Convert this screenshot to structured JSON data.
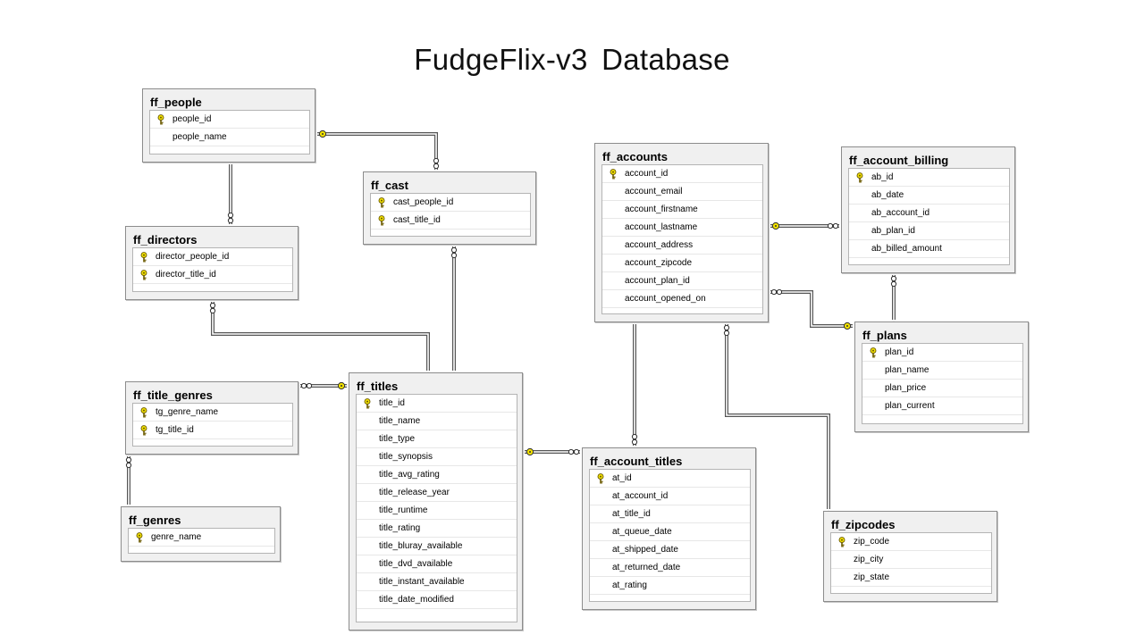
{
  "title": "FudgeFlix-v3  Database",
  "key_icon_color": "#f0e000",
  "tables": {
    "ff_people": {
      "name": "ff_people",
      "columns": [
        {
          "name": "people_id",
          "pk": true
        },
        {
          "name": "people_name",
          "pk": false
        }
      ]
    },
    "ff_cast": {
      "name": "ff_cast",
      "columns": [
        {
          "name": "cast_people_id",
          "pk": true
        },
        {
          "name": "cast_title_id",
          "pk": true
        }
      ]
    },
    "ff_directors": {
      "name": "ff_directors",
      "columns": [
        {
          "name": "director_people_id",
          "pk": true
        },
        {
          "name": "director_title_id",
          "pk": true
        }
      ]
    },
    "ff_title_genres": {
      "name": "ff_title_genres",
      "columns": [
        {
          "name": "tg_genre_name",
          "pk": true
        },
        {
          "name": "tg_title_id",
          "pk": true
        }
      ]
    },
    "ff_genres": {
      "name": "ff_genres",
      "columns": [
        {
          "name": "genre_name",
          "pk": true
        }
      ]
    },
    "ff_titles": {
      "name": "ff_titles",
      "columns": [
        {
          "name": "title_id",
          "pk": true
        },
        {
          "name": "title_name",
          "pk": false
        },
        {
          "name": "title_type",
          "pk": false
        },
        {
          "name": "title_synopsis",
          "pk": false
        },
        {
          "name": "title_avg_rating",
          "pk": false
        },
        {
          "name": "title_release_year",
          "pk": false
        },
        {
          "name": "title_runtime",
          "pk": false
        },
        {
          "name": "title_rating",
          "pk": false
        },
        {
          "name": "title_bluray_available",
          "pk": false
        },
        {
          "name": "title_dvd_available",
          "pk": false
        },
        {
          "name": "title_instant_available",
          "pk": false
        },
        {
          "name": "title_date_modified",
          "pk": false
        }
      ]
    },
    "ff_accounts": {
      "name": "ff_accounts",
      "columns": [
        {
          "name": "account_id",
          "pk": true
        },
        {
          "name": "account_email",
          "pk": false
        },
        {
          "name": "account_firstname",
          "pk": false
        },
        {
          "name": "account_lastname",
          "pk": false
        },
        {
          "name": "account_address",
          "pk": false
        },
        {
          "name": "account_zipcode",
          "pk": false
        },
        {
          "name": "account_plan_id",
          "pk": false
        },
        {
          "name": "account_opened_on",
          "pk": false
        }
      ]
    },
    "ff_account_billing": {
      "name": "ff_account_billing",
      "columns": [
        {
          "name": "ab_id",
          "pk": true
        },
        {
          "name": "ab_date",
          "pk": false
        },
        {
          "name": "ab_account_id",
          "pk": false
        },
        {
          "name": "ab_plan_id",
          "pk": false
        },
        {
          "name": "ab_billed_amount",
          "pk": false
        }
      ]
    },
    "ff_plans": {
      "name": "ff_plans",
      "columns": [
        {
          "name": "plan_id",
          "pk": true
        },
        {
          "name": "plan_name",
          "pk": false
        },
        {
          "name": "plan_price",
          "pk": false
        },
        {
          "name": "plan_current",
          "pk": false
        }
      ]
    },
    "ff_account_titles": {
      "name": "ff_account_titles",
      "columns": [
        {
          "name": "at_id",
          "pk": true
        },
        {
          "name": "at_account_id",
          "pk": false
        },
        {
          "name": "at_title_id",
          "pk": false
        },
        {
          "name": "at_queue_date",
          "pk": false
        },
        {
          "name": "at_shipped_date",
          "pk": false
        },
        {
          "name": "at_returned_date",
          "pk": false
        },
        {
          "name": "at_rating",
          "pk": false
        }
      ]
    },
    "ff_zipcodes": {
      "name": "ff_zipcodes",
      "columns": [
        {
          "name": "zip_code",
          "pk": true
        },
        {
          "name": "zip_city",
          "pk": false
        },
        {
          "name": "zip_state",
          "pk": false
        }
      ]
    }
  },
  "relationships": [
    {
      "from": "ff_cast",
      "to": "ff_people"
    },
    {
      "from": "ff_cast",
      "to": "ff_titles"
    },
    {
      "from": "ff_directors",
      "to": "ff_people"
    },
    {
      "from": "ff_directors",
      "to": "ff_titles"
    },
    {
      "from": "ff_title_genres",
      "to": "ff_titles"
    },
    {
      "from": "ff_title_genres",
      "to": "ff_genres"
    },
    {
      "from": "ff_account_titles",
      "to": "ff_titles"
    },
    {
      "from": "ff_account_titles",
      "to": "ff_accounts"
    },
    {
      "from": "ff_account_billing",
      "to": "ff_accounts"
    },
    {
      "from": "ff_account_billing",
      "to": "ff_plans"
    },
    {
      "from": "ff_accounts",
      "to": "ff_plans"
    },
    {
      "from": "ff_accounts",
      "to": "ff_zipcodes"
    }
  ]
}
